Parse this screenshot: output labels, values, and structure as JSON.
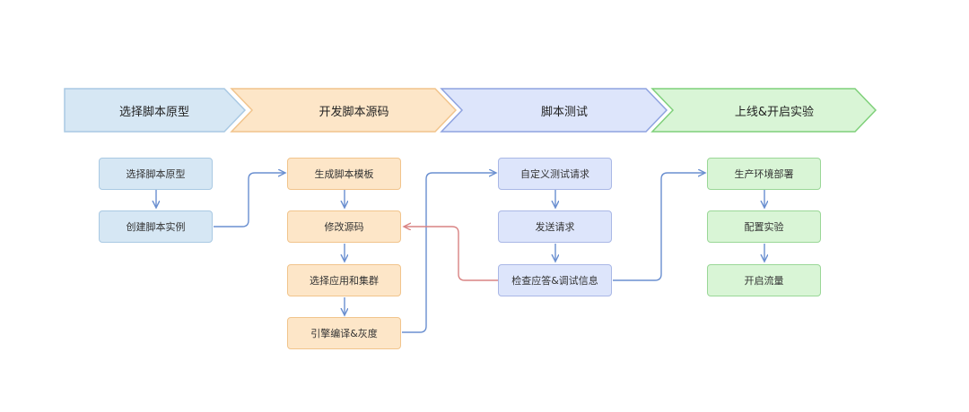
{
  "phases": [
    {
      "label": "选择脚本原型"
    },
    {
      "label": "开发脚本源码"
    },
    {
      "label": "脚本测试"
    },
    {
      "label": "上线&开启实验"
    }
  ],
  "nodes": {
    "col1": [
      "选择脚本原型",
      "创建脚本实例"
    ],
    "col2": [
      "生成脚本模板",
      "修改源码",
      "选择应用和集群",
      "引擎编译&灰度"
    ],
    "col3": [
      "自定义测试请求",
      "发送请求",
      "检查应答&调试信息"
    ],
    "col4": [
      "生产环境部署",
      "配置实验",
      "开启流量"
    ]
  },
  "colors": {
    "blue_fill": "#d6e7f4",
    "blue_stroke": "#a9c9e3",
    "orange_fill": "#fde6c8",
    "orange_stroke": "#f1c48c",
    "purple_fill": "#dde5fb",
    "purple_stroke": "#8fa3e0",
    "green_fill": "#d9f5d6",
    "green_stroke": "#7fd07a",
    "connector": "#6a8fd0",
    "feedback": "#d98383"
  }
}
